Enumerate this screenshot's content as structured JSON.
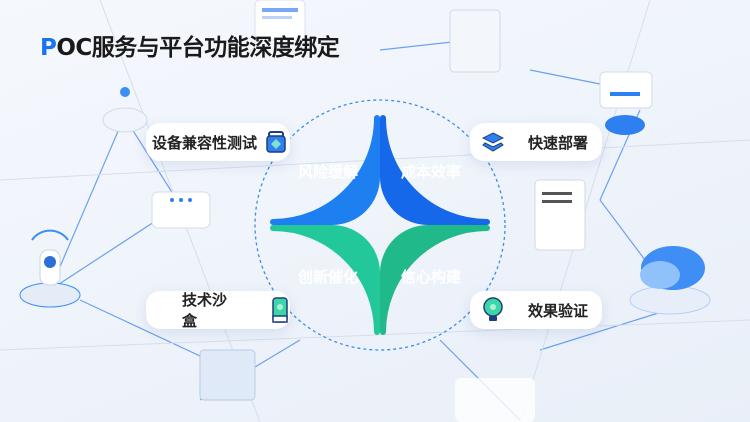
{
  "title": {
    "highlight": "P",
    "rest": "OC服务与平台功能深度绑定"
  },
  "ring": [
    {
      "label": "风险缓解",
      "color": "#1e7ff0"
    },
    {
      "label": "成本效率",
      "color": "#1668ea"
    },
    {
      "label": "创新催化",
      "color": "#22c79a"
    },
    {
      "label": "信心构建",
      "color": "#20b98a"
    }
  ],
  "cards": [
    {
      "label": "设备兼容性测试",
      "icon": "toolbox-icon"
    },
    {
      "label": "快速部署",
      "icon": "layers-icon"
    },
    {
      "label": "技术沙盒",
      "icon": "phone-icon"
    },
    {
      "label": "效果验证",
      "icon": "lightbulb-icon"
    }
  ]
}
